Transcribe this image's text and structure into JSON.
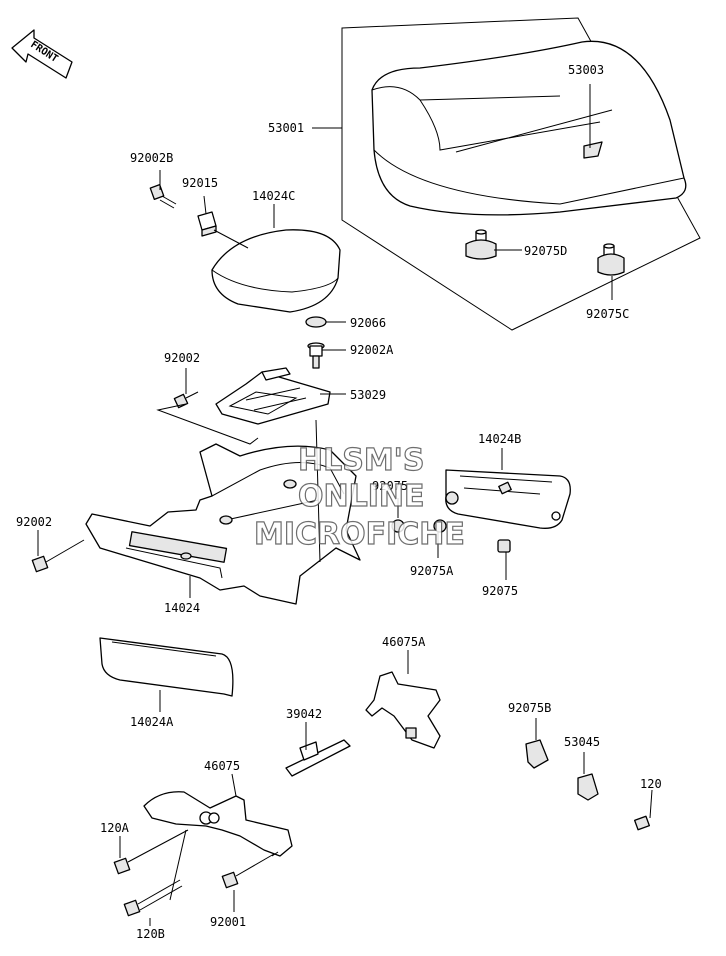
{
  "front_arrow": {
    "label": "FRONT"
  },
  "watermark": {
    "line1": "HLSM'S",
    "line2": "ONLINE",
    "line3": "MICROFICHE"
  },
  "parts": [
    {
      "id": "p53001",
      "label": "53001"
    },
    {
      "id": "p53003",
      "label": "53003"
    },
    {
      "id": "p92075D",
      "label": "92075D"
    },
    {
      "id": "p92075C",
      "label": "92075C"
    },
    {
      "id": "p92002B",
      "label": "92002B"
    },
    {
      "id": "p92015",
      "label": "92015"
    },
    {
      "id": "p14024C",
      "label": "14024C"
    },
    {
      "id": "p92066",
      "label": "92066"
    },
    {
      "id": "p92002A",
      "label": "92002A"
    },
    {
      "id": "p92002",
      "label": "92002"
    },
    {
      "id": "p53029",
      "label": "53029"
    },
    {
      "id": "p14024B",
      "label": "14024B"
    },
    {
      "id": "p92075a",
      "label": "92075"
    },
    {
      "id": "p92002b",
      "label": "92002"
    },
    {
      "id": "p92075A",
      "label": "92075A"
    },
    {
      "id": "p92075b",
      "label": "92075"
    },
    {
      "id": "p14024",
      "label": "14024"
    },
    {
      "id": "p46075A",
      "label": "46075A"
    },
    {
      "id": "p14024A",
      "label": "14024A"
    },
    {
      "id": "p39042",
      "label": "39042"
    },
    {
      "id": "p92075B",
      "label": "92075B"
    },
    {
      "id": "p53045",
      "label": "53045"
    },
    {
      "id": "p46075",
      "label": "46075"
    },
    {
      "id": "p120",
      "label": "120"
    },
    {
      "id": "p120A",
      "label": "120A"
    },
    {
      "id": "p120B",
      "label": "120B"
    },
    {
      "id": "p92001",
      "label": "92001"
    }
  ]
}
